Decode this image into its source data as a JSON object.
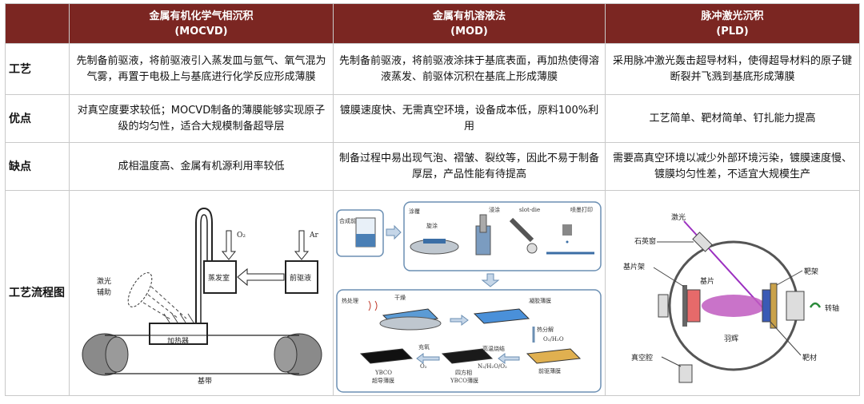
{
  "header": {
    "blank": "",
    "col1_title": "金属有机化学气相沉积",
    "col1_abbr": "(MOCVD)",
    "col2_title": "金属有机溶液法",
    "col2_abbr": "(MOD)",
    "col3_title": "脉冲激光沉积",
    "col3_abbr": "(PLD)"
  },
  "rows": {
    "process": {
      "label": "工艺",
      "mocvd": "先制备前驱液，将前驱液引入蒸发皿与氩气、氧气混为气雾，再置于电极上与基底进行化学反应形成薄膜",
      "mod": "先制备前驱液，将前驱液涂抹于基底表面，再加热使得溶液蒸发、前驱体沉积在基底上形成薄膜",
      "pld": "采用脉冲激光轰击超导材料，使得超导材料的原子键断裂并飞溅到基底形成薄膜"
    },
    "advantages": {
      "label": "优点",
      "mocvd": "对真空度要求较低；MOCVD制备的薄膜能够实现原子级的均匀性，适合大规模制备超导层",
      "mod": "镀膜速度快、无需真空环境，设备成本低，原料100%利用",
      "pld": "工艺简单、靶材简单、钉扎能力提高"
    },
    "disadvantages": {
      "label": "缺点",
      "mocvd": "成相温度高、金属有机源利用率较低",
      "mod": "制备过程中易出现气泡、褶皱、裂纹等，因此不易于制备厚层，产品性能有待提高",
      "pld": "需要高真空环境以减少外部环境污染，镀膜速度慢、镀膜均匀性差，不适宜大规模生产"
    },
    "flow": {
      "label": "工艺流程图"
    }
  },
  "diagram_mocvd": {
    "o2": "O₂",
    "ar": "Ar",
    "evaporator": "蒸发室",
    "precursor": "前驱液",
    "laser": "激光",
    "assist": "辅助",
    "heater": "加热器",
    "belt": "基带"
  },
  "diagram_mod": {
    "precursor_solution": "合成前驱",
    "coating": "涂覆",
    "spin": "旋涂",
    "dip": "浸涂",
    "slotdie": "slot-die",
    "inkjet": "喷墨打印",
    "heat_treat": "热处理",
    "dry": "干燥",
    "gel_film": "凝胶薄膜",
    "pyrolysis": "热分解",
    "pyro_gas": "O₂/H₂O",
    "crystallize": "高温烧结",
    "cryst_gas": "N₂/H₂O/O₂",
    "precursor_film": "前驱薄膜",
    "oxygenate": "充氧",
    "oxy_gas": "O₂",
    "tetragonal": "四方相",
    "tetragonal2": "YBCO薄膜",
    "ybco": "YBCO",
    "ybco2": "超导薄膜"
  },
  "diagram_pld": {
    "laser": "激光",
    "window": "石英窗",
    "substrate_holder": "基片架",
    "substrate": "基片",
    "target_holder": "靶架",
    "rotation": "转轴",
    "vacuum": "真空腔",
    "plume": "羽辉",
    "target": "靶材"
  },
  "colors": {
    "header_bg": "#7b2622",
    "header_text": "#ffffff",
    "grid": "#c9c9c9"
  }
}
